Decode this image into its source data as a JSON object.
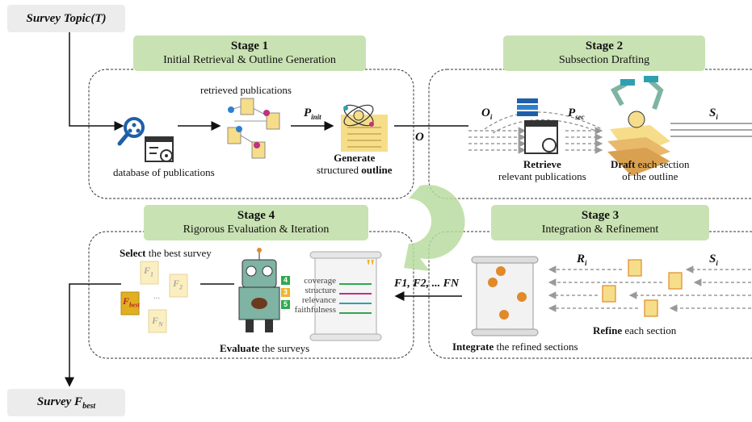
{
  "topic": {
    "label": "Survey Topic(T)"
  },
  "output": {
    "prefix": "Survey F",
    "sub": "best"
  },
  "stage1": {
    "num": "Stage 1",
    "title": "Initial Retrieval & Outline Generation",
    "retrieved": "retrieved publications",
    "database": "database of publications",
    "gen_bold": "Generate",
    "gen_rest": "structured",
    "gen_bold2": "outline",
    "p_init": "P",
    "p_init_sub": "init",
    "o_label": "O"
  },
  "stage2": {
    "num": "Stage 2",
    "title": "Subsection Drafting",
    "o_i": "O",
    "o_i_sub": "i",
    "p_sec": "P",
    "p_sec_sub": "sec",
    "retrieve_bold": "Retrieve",
    "retrieve_rest": "relevant publications",
    "draft_bold": "Draft",
    "draft_rest1": "each section",
    "draft_rest2": "of the outline",
    "s_i": "S",
    "s_i_sub": "i"
  },
  "stage3": {
    "num": "Stage 3",
    "title": "Integration & Refinement",
    "r_i": "R",
    "r_i_sub": "i",
    "s_i": "S",
    "s_i_sub": "i",
    "refine_bold": "Refine",
    "refine_rest": "each section",
    "integrate_bold": "Integrate",
    "integrate_rest": "the refined sections"
  },
  "stage4": {
    "num": "Stage 4",
    "title": "Rigorous Evaluation & Iteration",
    "select_bold": "Select",
    "select_rest": "the best survey",
    "evaluate_bold": "Evaluate",
    "evaluate_rest": "the surveys",
    "criteria": [
      "coverage",
      "structure",
      "relevance",
      "faithfulness"
    ],
    "scores": [
      "4",
      "3",
      "5",
      ""
    ],
    "f_list": "F1, F2, ... FN",
    "docs": {
      "f1": "F",
      "f1_sub": "1",
      "f2": "F",
      "f2_sub": "2",
      "fn": "F",
      "fn_sub": "N",
      "fbest": "F",
      "fbest_sub": "best",
      "dots": "..."
    }
  },
  "colors": {
    "stage_green": "#c9e2b3",
    "doc_yellow": "#f6dd8a",
    "accent_orange": "#e08a2a",
    "bot_teal": "#7fb3a3",
    "arrow_green": "#b9dca0",
    "score_green": "#2fa84f",
    "score_yellow": "#f0b429"
  }
}
